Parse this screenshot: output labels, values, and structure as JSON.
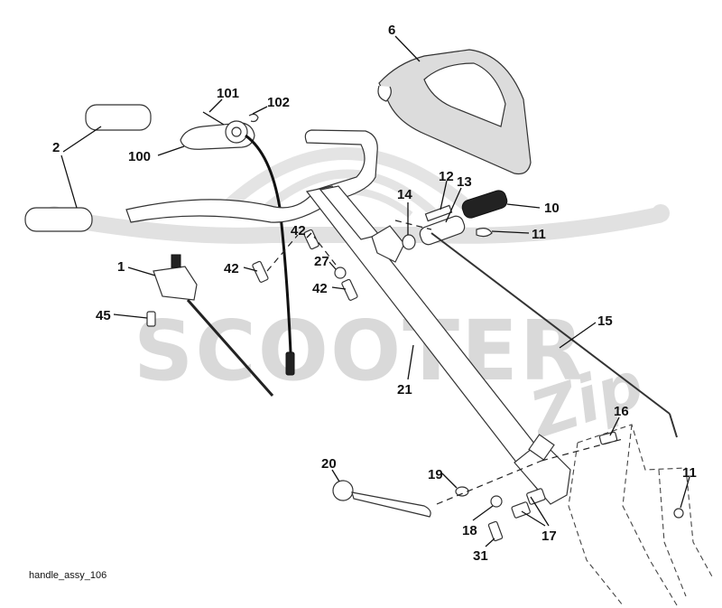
{
  "diagram": {
    "caption": "handle_assy_106",
    "watermark": {
      "brand": "SCOOTER",
      "script": "Zip"
    },
    "callouts": [
      "2",
      "101",
      "102",
      "100",
      "6",
      "12",
      "13",
      "10",
      "14",
      "11",
      "42",
      "1",
      "27",
      "42",
      "45",
      "15",
      "21",
      "16",
      "20",
      "19",
      "18",
      "17",
      "31",
      "11"
    ]
  }
}
